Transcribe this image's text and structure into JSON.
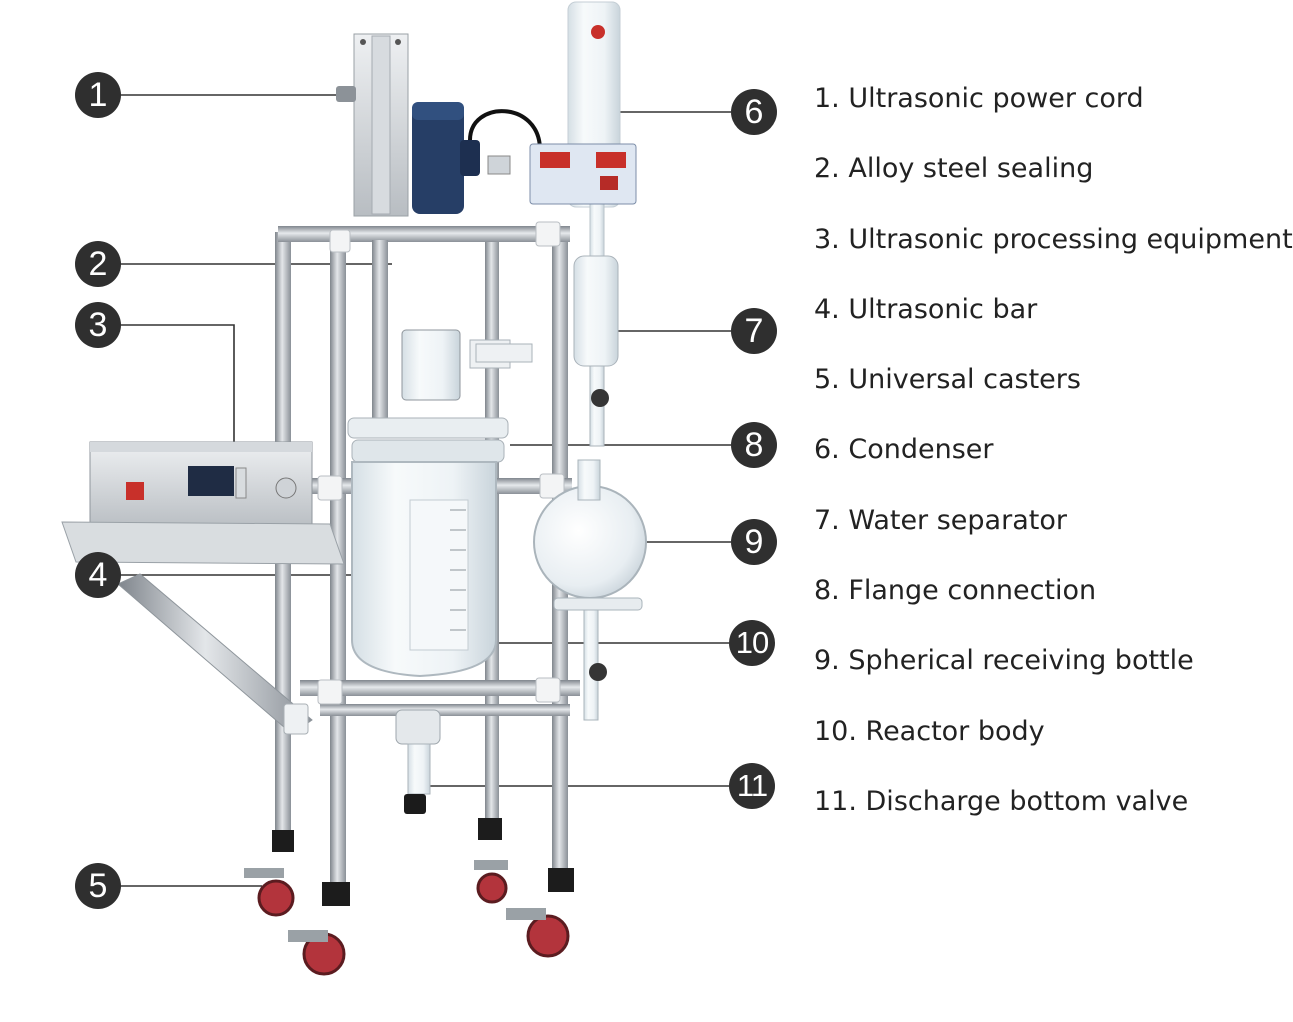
{
  "callouts": [
    {
      "id": "1",
      "label": "1"
    },
    {
      "id": "2",
      "label": "2"
    },
    {
      "id": "3",
      "label": "3"
    },
    {
      "id": "4",
      "label": "4"
    },
    {
      "id": "5",
      "label": "5"
    },
    {
      "id": "6",
      "label": "6"
    },
    {
      "id": "7",
      "label": "7"
    },
    {
      "id": "8",
      "label": "8"
    },
    {
      "id": "9",
      "label": "9"
    },
    {
      "id": "10",
      "label": "10"
    },
    {
      "id": "11",
      "label": "11"
    }
  ],
  "legend": [
    "1. Ultrasonic power cord",
    "2. Alloy steel sealing",
    "3. Ultrasonic processing equipment",
    "4. Ultrasonic bar",
    "5. Universal casters",
    "6. Condenser",
    "7. Water separator",
    "8. Flange connection",
    "9. Spherical receiving bottle",
    "10. Reactor body",
    "11. Discharge bottom valve"
  ],
  "colors": {
    "callout": "#2f2f2f",
    "frame": "#a9adb2",
    "glass": "#e7eef2",
    "wheel": "#b3343c",
    "motor": "#263e66",
    "display": "#c8302a"
  }
}
